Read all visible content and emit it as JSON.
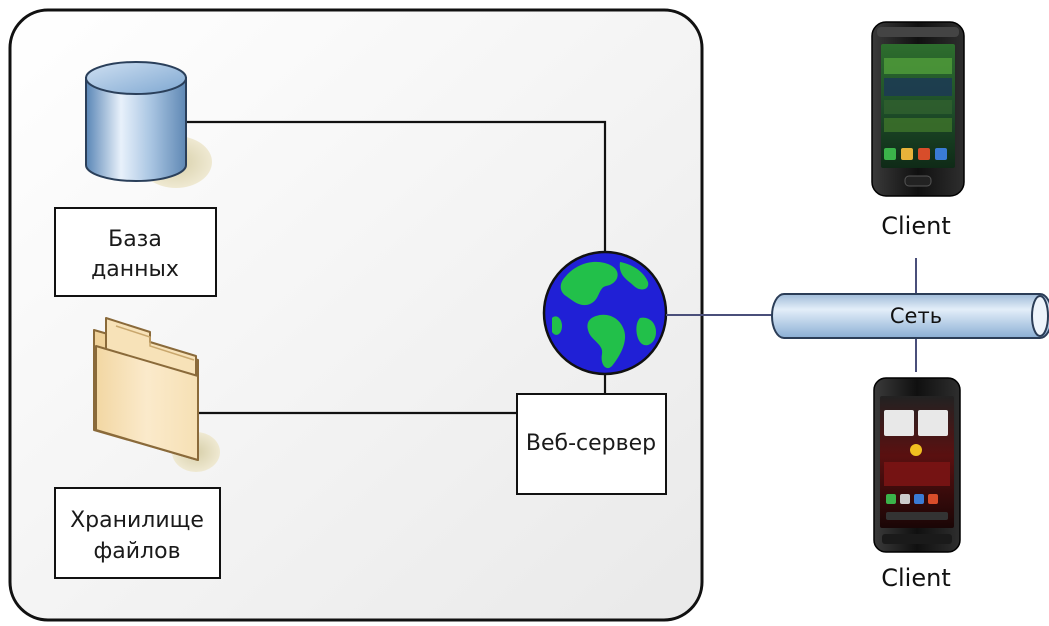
{
  "server_area": {
    "database": {
      "line1": "База",
      "line2": "данных",
      "icon": "database-icon"
    },
    "file_storage": {
      "line1": "Хранилище",
      "line2": "файлов",
      "icon": "folder-icon"
    },
    "web_server": {
      "label": "Веб-сервер",
      "icon": "globe-icon"
    }
  },
  "network": {
    "label": "Сеть"
  },
  "clients": [
    {
      "label": "Client",
      "icon": "smartphone-icon"
    },
    {
      "label": "Client",
      "icon": "smartphone-icon"
    }
  ],
  "colors": {
    "pipe": "#bcd3ea",
    "connector_line": "#4a4f7a",
    "globe_ocean": "#2323d8",
    "globe_land": "#22c04a",
    "db_cylinder": "#7ea7d1",
    "folder": "#f6e0b4"
  }
}
